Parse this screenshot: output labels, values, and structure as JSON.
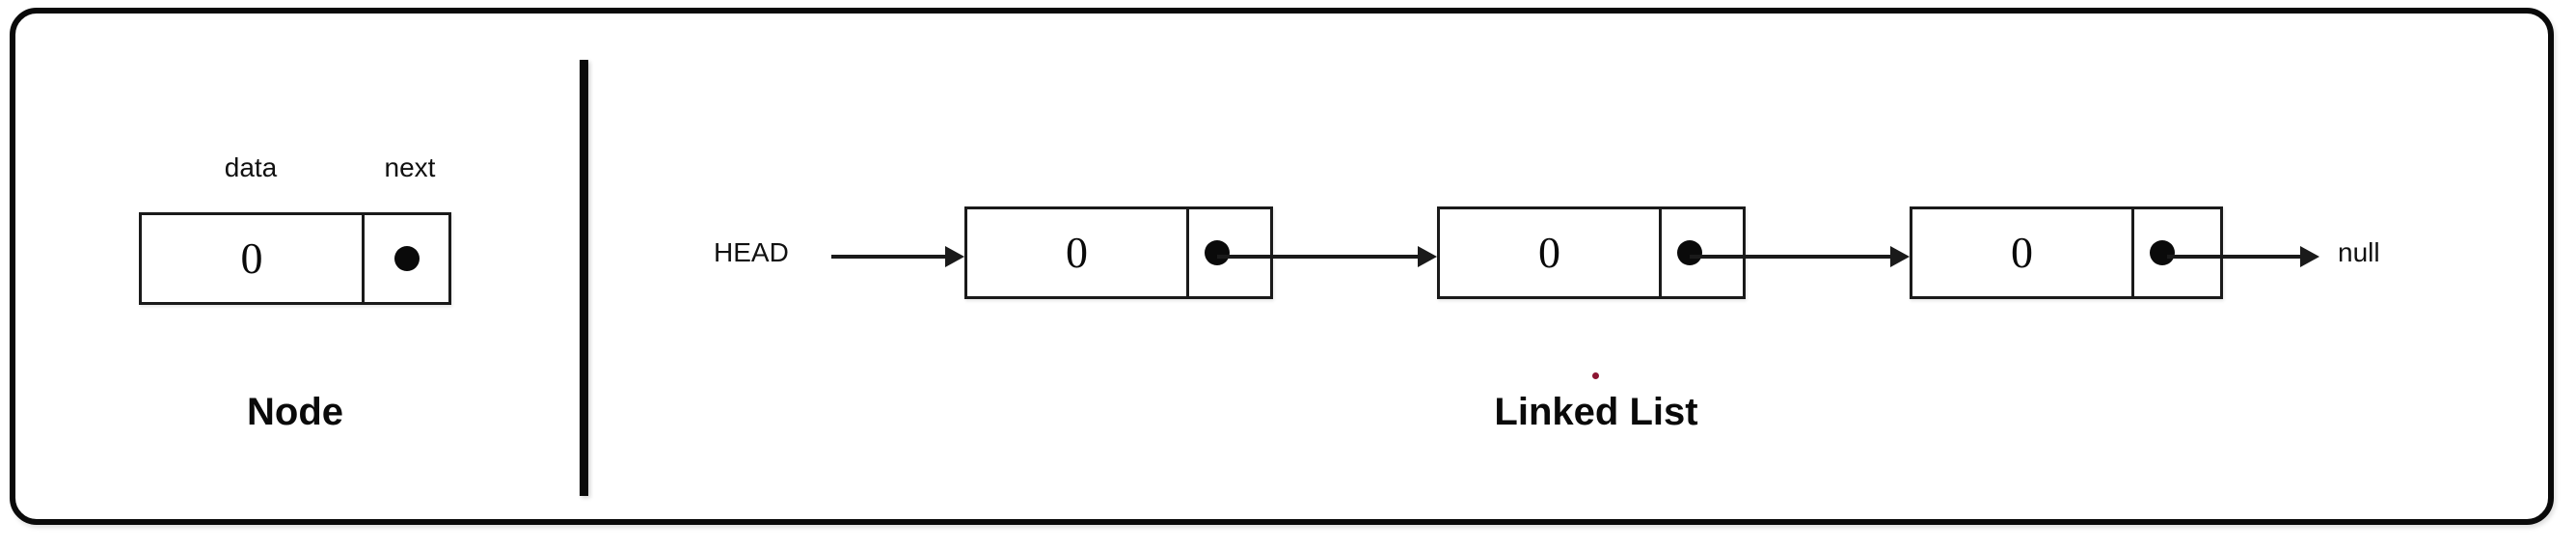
{
  "diagram": {
    "title_left": "Node",
    "title_right": "Linked List",
    "colors": {
      "frame": "#0a0a0a",
      "box_border": "#1a1a1a",
      "pointer_dot": "#0a0a0a",
      "arrow": "#1a1a1a",
      "background": "#ffffff",
      "speck": "#8c1431"
    }
  },
  "node_panel": {
    "caption": "Node",
    "field_labels": {
      "data": "data",
      "next": "next"
    },
    "node": {
      "data_value": "0",
      "next_symbol": "pointer-dot"
    }
  },
  "list_panel": {
    "caption": "Linked List",
    "head_label": "HEAD",
    "null_label": "null",
    "nodes": [
      {
        "data_value": "0",
        "next_symbol": "pointer-dot"
      },
      {
        "data_value": "0",
        "next_symbol": "pointer-dot"
      },
      {
        "data_value": "0",
        "next_symbol": "pointer-dot"
      }
    ]
  }
}
